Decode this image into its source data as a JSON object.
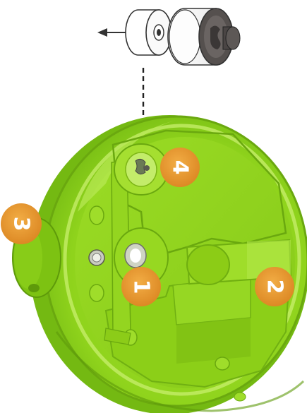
{
  "diagram": {
    "callouts": [
      {
        "id": "1",
        "label": "1"
      },
      {
        "id": "2",
        "label": "2"
      },
      {
        "id": "3",
        "label": "3"
      },
      {
        "id": "4",
        "label": "4"
      }
    ],
    "colors": {
      "housing": "#8fd31c",
      "housing_dark": "#5e9a0a",
      "housing_light": "#c8ef6e",
      "badge": "#e8992f",
      "line_art": "#333333",
      "grommet_dark": "#55504e"
    },
    "exploded_parts": [
      {
        "name": "washer"
      },
      {
        "name": "grommet"
      }
    ]
  }
}
